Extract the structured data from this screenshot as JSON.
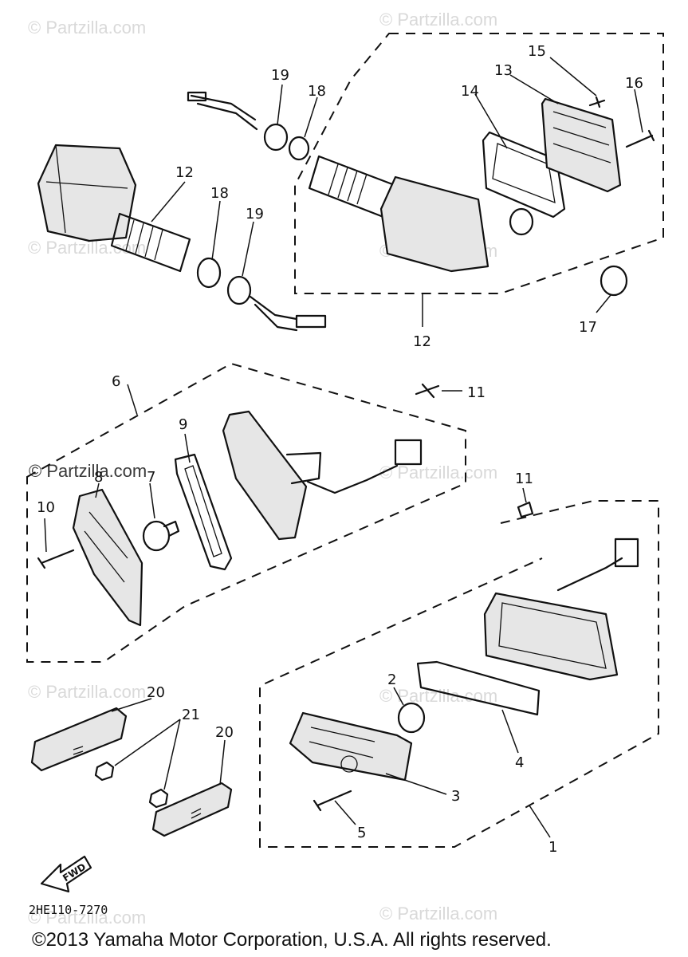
{
  "watermark": "© Partzilla.com",
  "callouts": {
    "c1": "1",
    "c2": "2",
    "c3": "3",
    "c4": "4",
    "c5": "5",
    "c6": "6",
    "c7": "7",
    "c8": "8",
    "c9": "9",
    "c10": "10",
    "c11a": "11",
    "c11b": "11",
    "c12a": "12",
    "c12b": "12",
    "c13": "13",
    "c14": "14",
    "c15": "15",
    "c16": "16",
    "c17": "17",
    "c18a": "18",
    "c18b": "18",
    "c19a": "19",
    "c19b": "19",
    "c20a": "20",
    "c20b": "20",
    "c21": "21"
  },
  "fwd_label": "FWD",
  "diagram_code": "2HE110-7270",
  "copyright": "©2013 Yamaha Motor Corporation, U.S.A. All rights reserved."
}
